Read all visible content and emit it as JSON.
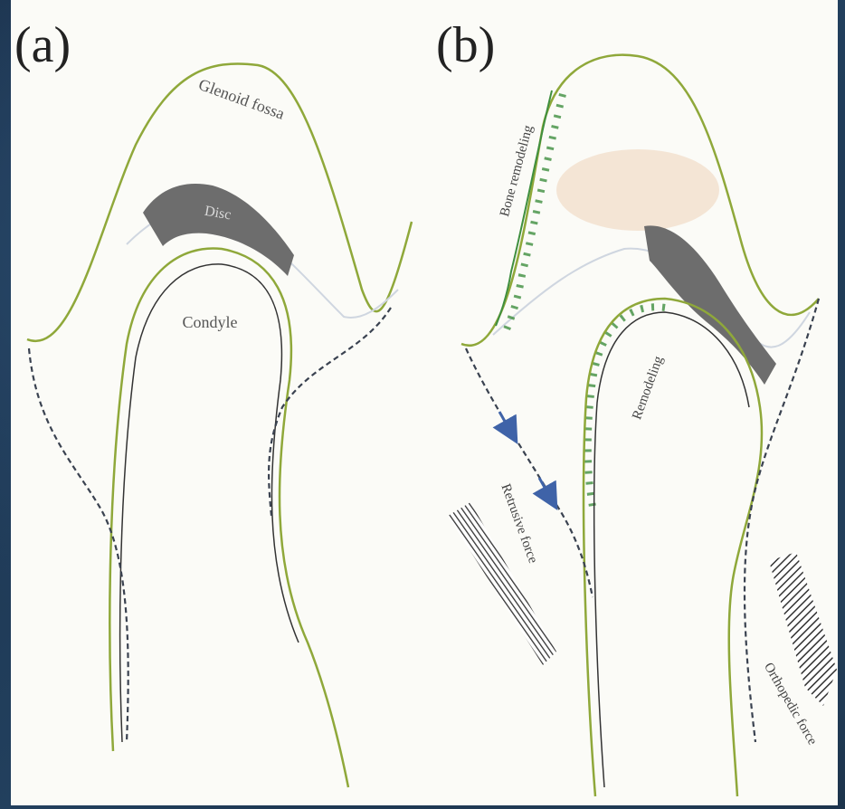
{
  "panels": {
    "a": {
      "tag": "(a)",
      "labels": {
        "fossa": "Glenoid fossa",
        "disc": "Disc",
        "condyle": "Condyle"
      }
    },
    "b": {
      "tag": "(b)",
      "labels": {
        "posterior_remodeling": "Bone remodeling",
        "condylar_remodeling": "Remodeling",
        "retrusive_force": "Retrusive force",
        "protrusive_force": "Orthopedic force"
      }
    }
  },
  "colors": {
    "background": "#1d3550",
    "panel": "#fbfbf7",
    "outline_green": "#8fa83a",
    "outline_dark": "#2a2a2a",
    "disc": "#6d6d6d",
    "dashed": "#3a4250",
    "remodel_green": "#3f8f3f",
    "arrow_blue": "#3f63a8",
    "fossa_tint": "#f2ddc9"
  }
}
